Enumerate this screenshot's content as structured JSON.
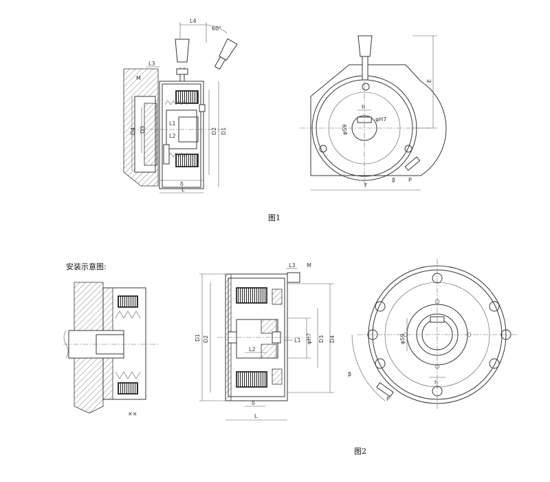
{
  "figures": {
    "fig1_caption": "图1",
    "fig2_caption": "图2",
    "install_label": "安装示意图:"
  },
  "dims": {
    "L4": "L4",
    "angle60": "60°",
    "L3": "L3",
    "M": "M",
    "D4": "D4",
    "D3": "D3",
    "D2": "D2",
    "D1": "D1",
    "L1": "L1",
    "L2": "L2",
    "delta": "δ",
    "L": "L",
    "E": "E",
    "F": "F",
    "h": "h",
    "phiH7": "φH7",
    "phiS9": "φS9",
    "beta": "β",
    "P": "P"
  }
}
